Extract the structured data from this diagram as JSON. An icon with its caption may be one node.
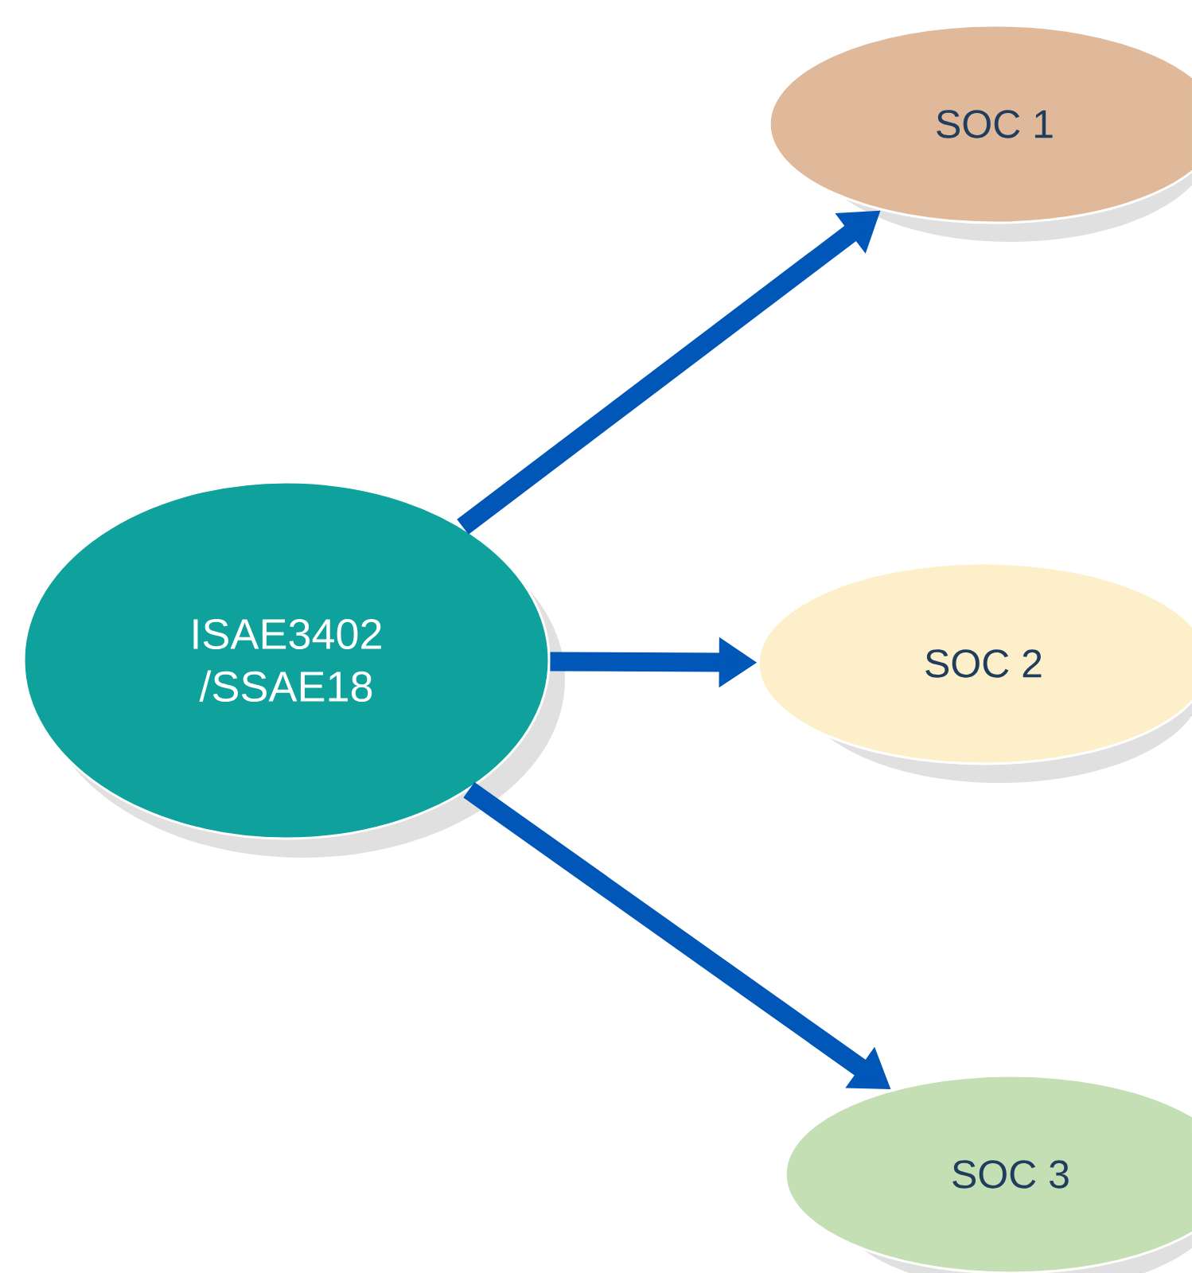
{
  "diagram": {
    "nodes": [
      {
        "text": [
          "ISAE3402 /SSAE18"
        ]
      },
      {
        "text": [
          "SOC 1"
        ]
      },
      {
        "text": [
          "SOC 2"
        ]
      },
      {
        "text": [
          "SOC 3"
        ]
      }
    ],
    "edges": [
      {
        "from": 0,
        "to": 1,
        "arrow": "to"
      },
      {
        "from": 0,
        "to": 2,
        "arrow": "to"
      },
      {
        "from": 0,
        "to": 3,
        "arrow": "to"
      }
    ]
  }
}
